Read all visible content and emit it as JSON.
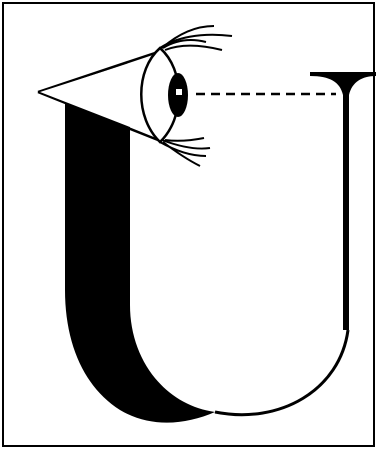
{
  "figure": {
    "subject": "letter-u-with-eye",
    "icons": [
      "eye-icon",
      "cone-of-vision",
      "sightline",
      "letter-u"
    ],
    "colors": {
      "ink": "#000000",
      "paper": "#ffffff",
      "frame": "#000000"
    }
  }
}
